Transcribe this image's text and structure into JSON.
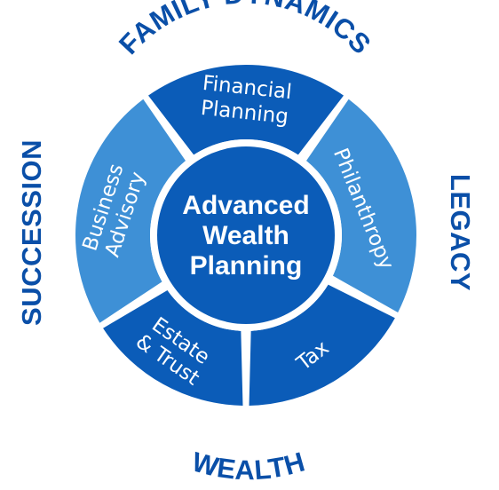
{
  "colors": {
    "dark_blue": "#0b5cb8",
    "light_blue": "#3e90d6",
    "outer_text": "#0a4fa8",
    "divider": "#ffffff"
  },
  "outer_labels": {
    "top": "FAMILY DYNAMICS",
    "right": "LEGACY",
    "bottom": "WEALTH",
    "left": "SUCCESSION"
  },
  "segments": [
    {
      "id": "financial-planning",
      "tone": "dark",
      "lines": [
        "Financial",
        "Planning"
      ]
    },
    {
      "id": "philanthropy",
      "tone": "light",
      "lines": [
        "Philanthropy"
      ]
    },
    {
      "id": "tax",
      "tone": "dark",
      "lines": [
        "Tax"
      ]
    },
    {
      "id": "estate-trust",
      "tone": "dark",
      "lines": [
        "Estate",
        "& Trust"
      ]
    },
    {
      "id": "business-advisory",
      "tone": "light",
      "lines": [
        "Business",
        "Advisory"
      ]
    }
  ],
  "center": {
    "lines": [
      "Advanced",
      "Wealth",
      "Planning"
    ]
  }
}
